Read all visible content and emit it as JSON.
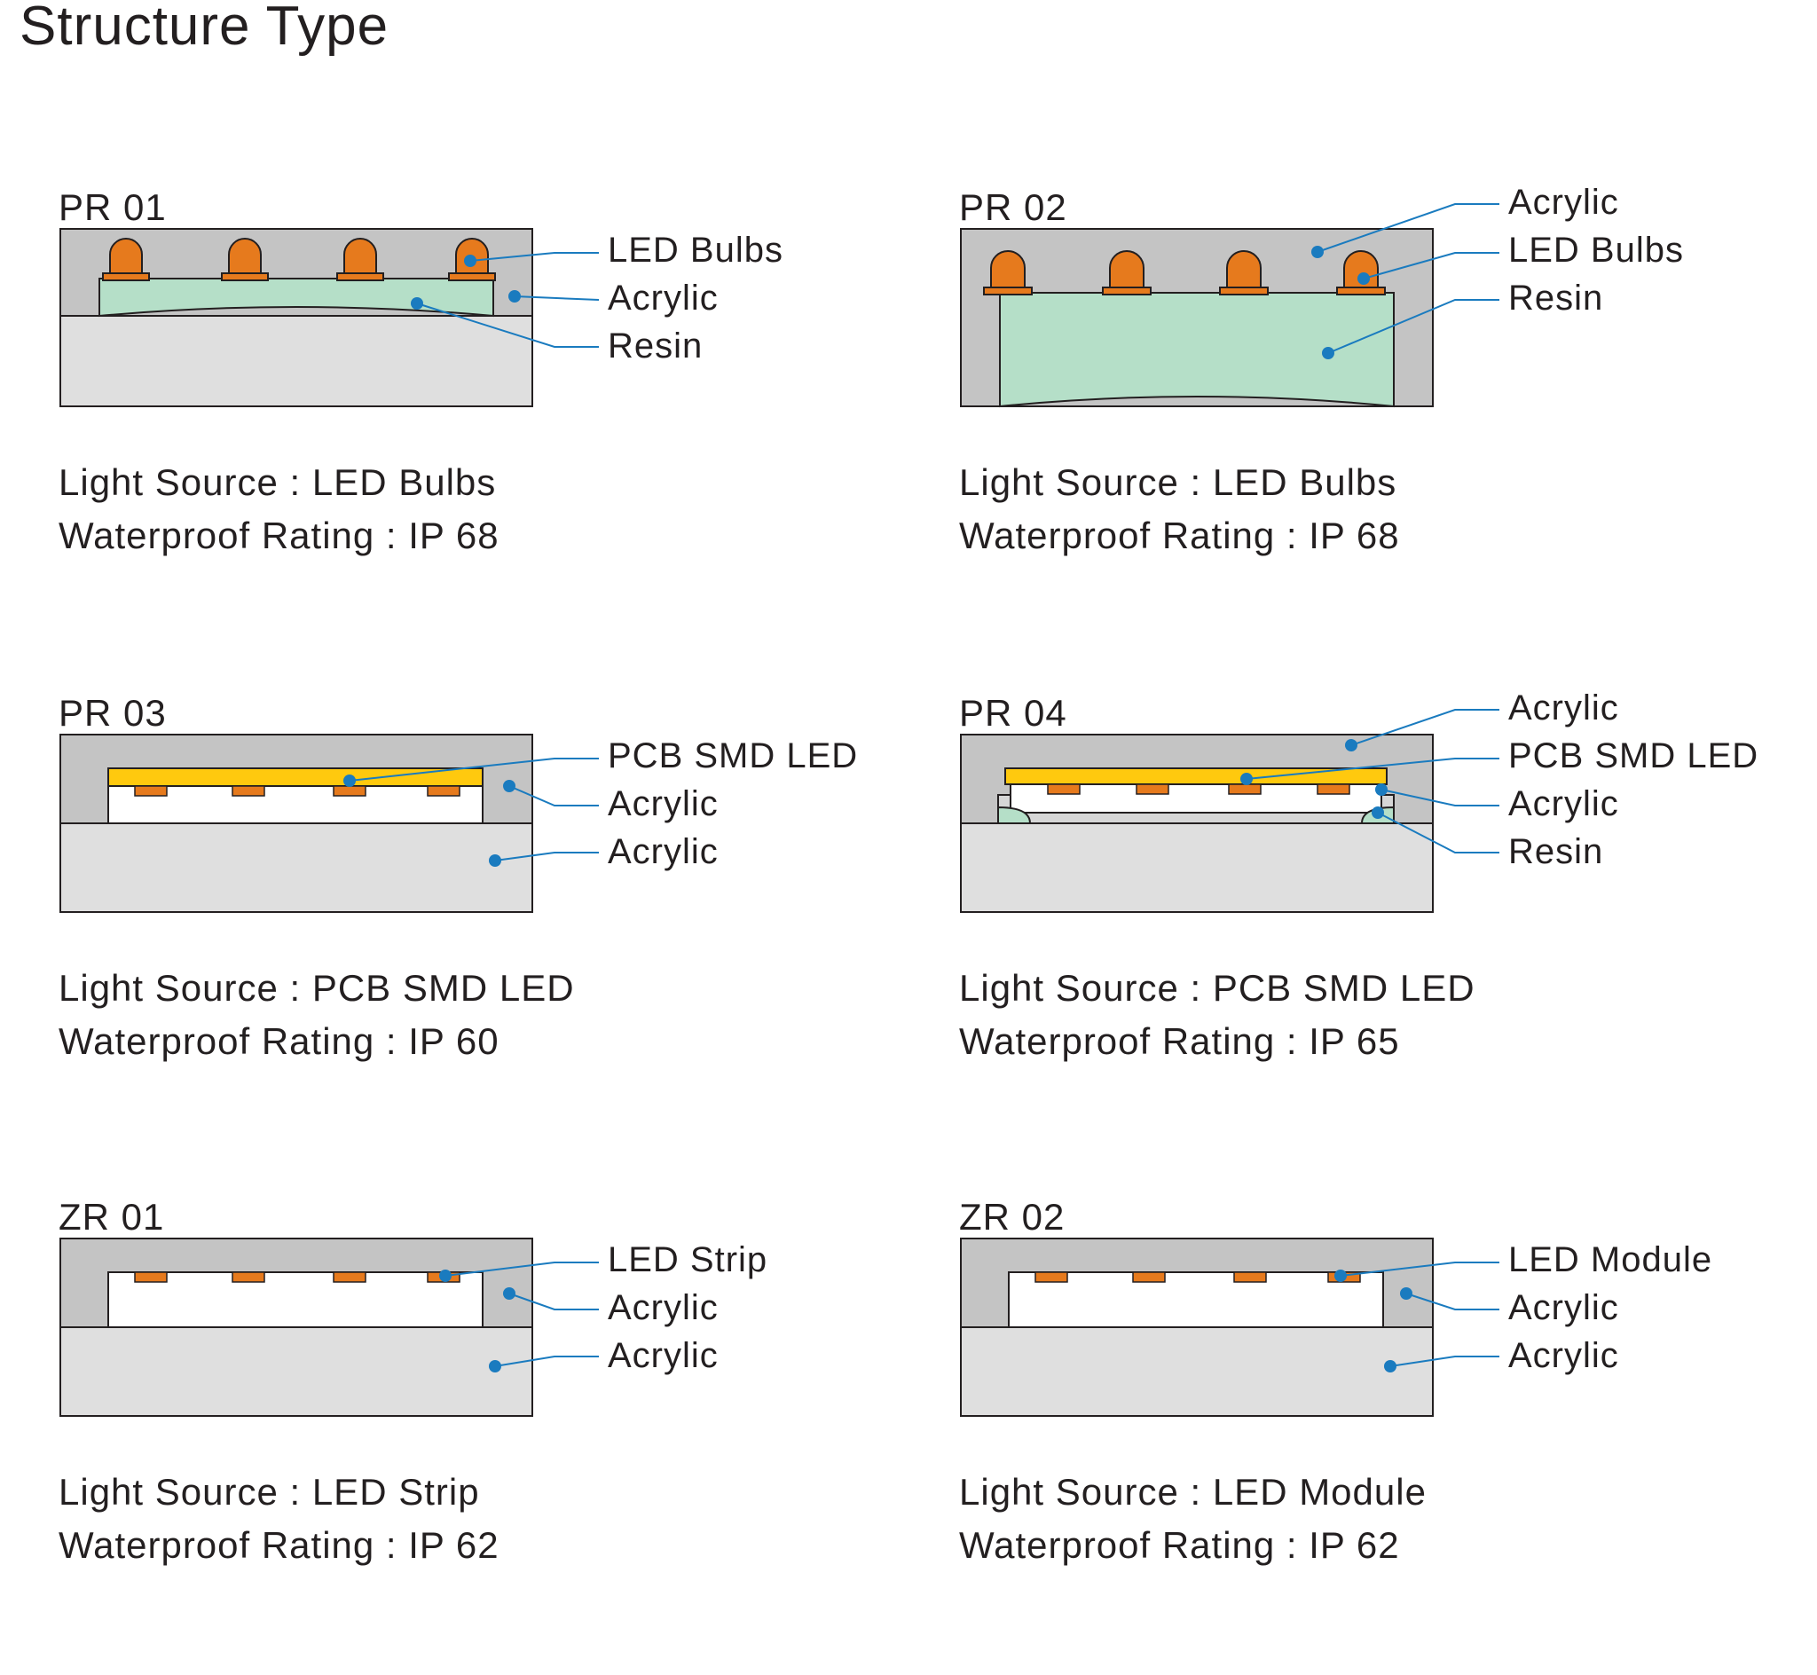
{
  "page_title": "Structure Type",
  "colors": {
    "housing": "#c4c4c4",
    "base": "#dfdfdf",
    "resin": "#b5dfc8",
    "led_bulb": "#e67a1d",
    "pcb": "#ffc90e",
    "chip": "#e67a1d",
    "leader": "#1a7bbf",
    "outline": "#231f20"
  },
  "panels": [
    {
      "code": "PR 01",
      "callouts": [
        "LED Bulbs",
        "Acrylic",
        "Resin"
      ],
      "light_source": "Light Source : LED Bulbs",
      "waterproof": "Waterproof Rating : IP 68"
    },
    {
      "code": "PR 02",
      "callouts": [
        "Acrylic",
        "LED Bulbs",
        "Resin"
      ],
      "light_source": "Light Source : LED Bulbs",
      "waterproof": "Waterproof Rating : IP 68"
    },
    {
      "code": "PR 03",
      "callouts": [
        "PCB SMD LED",
        "Acrylic",
        "Acrylic"
      ],
      "light_source": "Light Source : PCB SMD LED",
      "waterproof": "Waterproof Rating : IP 60"
    },
    {
      "code": "PR 04",
      "callouts": [
        "Acrylic",
        "PCB SMD LED",
        "Acrylic",
        "Resin"
      ],
      "light_source": "Light Source : PCB SMD LED",
      "waterproof": "Waterproof Rating : IP 65"
    },
    {
      "code": "ZR 01",
      "callouts": [
        "LED Strip",
        "Acrylic",
        "Acrylic"
      ],
      "light_source": "Light Source : LED Strip",
      "waterproof": "Waterproof Rating : IP 62"
    },
    {
      "code": "ZR 02",
      "callouts": [
        "LED Module",
        "Acrylic",
        "Acrylic"
      ],
      "light_source": "Light Source : LED Module",
      "waterproof": "Waterproof Rating : IP 62"
    }
  ]
}
